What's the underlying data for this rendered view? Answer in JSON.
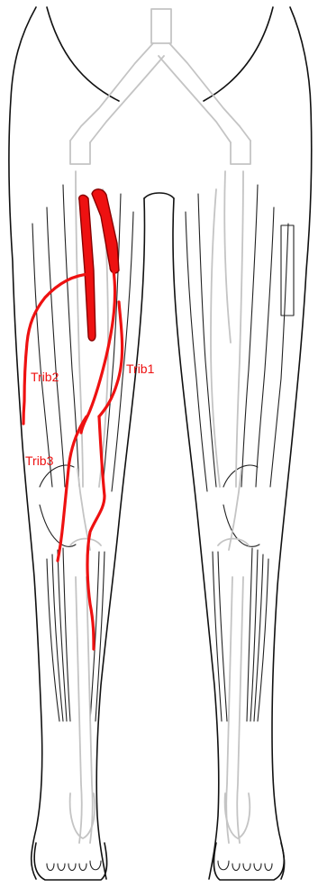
{
  "labels": {
    "trib1": "Trib1",
    "trib2": "Trib2",
    "trib3": "Trib3"
  },
  "colors": {
    "highlight": "#ee1111",
    "outline": "#111111",
    "vessel": "#c4c4c4"
  }
}
